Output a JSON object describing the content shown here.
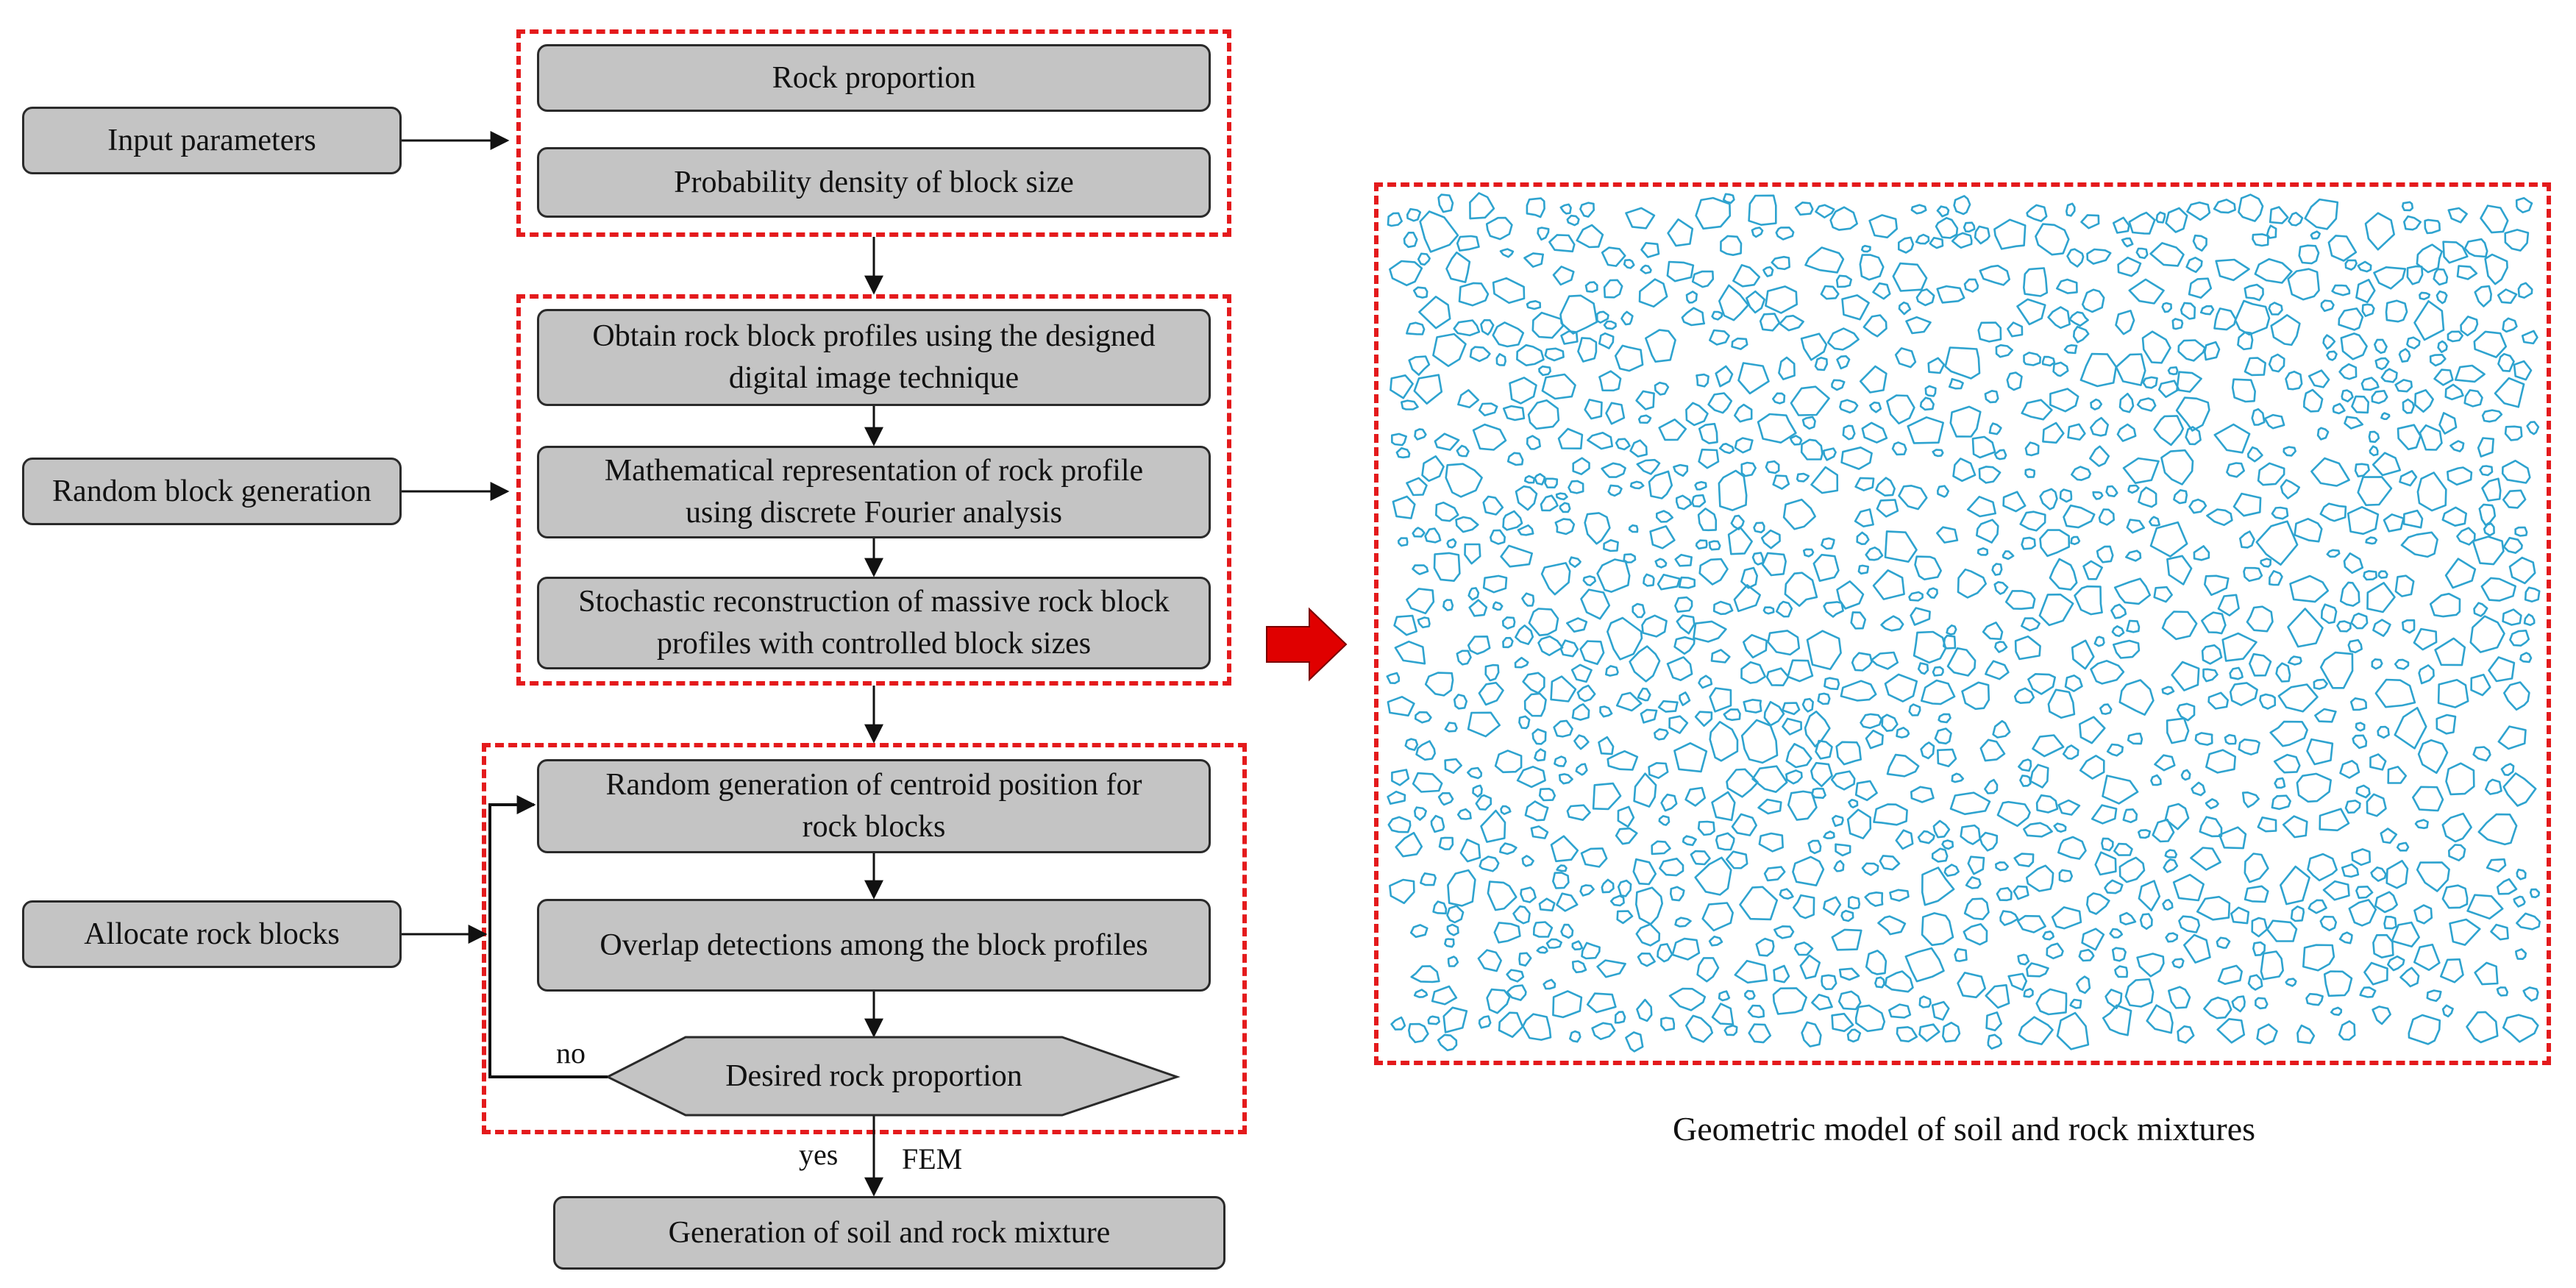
{
  "flowchart": {
    "stage_labels": {
      "input": "Input parameters",
      "random": "Random block generation",
      "allocate": "Allocate rock blocks"
    },
    "input_group": {
      "rock_proportion": "Rock proportion",
      "probability_density": "Probability density of block size"
    },
    "generation_group": {
      "obtain_profiles": "Obtain rock block profiles using the designed digital image technique",
      "math_representation": "Mathematical representation of rock profile using discrete Fourier analysis",
      "stochastic_reconstruction": "Stochastic reconstruction of massive rock block profiles with controlled block sizes"
    },
    "allocation_group": {
      "random_centroid": "Random generation of centroid position for rock blocks",
      "overlap_detection": "Overlap detections among the block profiles",
      "decision": "Desired rock proportion",
      "no_label": "no",
      "yes_label": "yes",
      "fem_label": "FEM"
    },
    "final_box": "Generation of soil and rock mixture"
  },
  "model_panel": {
    "caption": "Geometric model of soil and rock mixtures",
    "block_color": "#2ea3cf",
    "frame_color": "#e41a1c",
    "arrow_color": "#e00000"
  }
}
